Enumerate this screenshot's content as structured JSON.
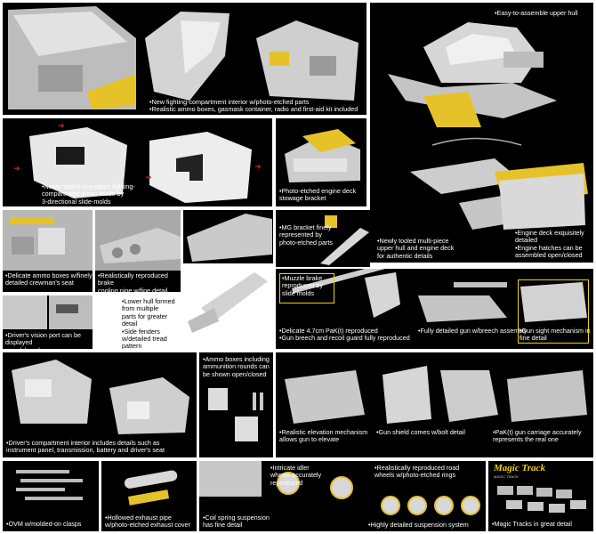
{
  "colors": {
    "panel_bg": "#000000",
    "part_grey": "#cfcfcf",
    "etch_yellow": "#e6c229",
    "arrow_red": "#d62020",
    "text": "#ffffff"
  },
  "captions": {
    "upper_hull": "•Easy-to-assemble upper hull",
    "fighting_interior": "•New fighting-compartment interior w/photo-etched parts\n•Realistic ammo boxes, gasmask container, radio and first-aid kit included",
    "fighting_armor": "•Newly tooled one-piece fighting-\ncompartment armor made by\n3-directional slide-molds",
    "engine_bracket": "•Photo-etched engine deck\nstowage bracket",
    "multipiece_hull": "•Newly tooled multi-piece\nupper hull and engine deck\nfor authentic details",
    "engine_deck": "•Engine deck exquisitely\ndetailed\n•Engine hatches can be\nassembled open/closed",
    "ammo_seat": "•Delicate ammo boxes w/finely\ndetailed crewman's seat",
    "brake_pipe": "•Realistically reproduced brake\ncooling pipe w/fine detail",
    "mg_bracket": "•MG bracket finely\nrepresented by\nphoto-etched parts",
    "lower_hull": "•Lower hull formed\nfrom multiple\nparts for greater\ndetail\n•Side fenders\nw/detailed tread\npattern",
    "muzzle_brake": "•Muzzle brake\nreproduced by\nslide molds",
    "vision_port": "•Driver's vision port can be displayed\nopen/closed",
    "gun_sight": "•Gun sight mechanism in\nfine detail",
    "gun_47": "•Delicate 4.7cm PaK(t) reproduced\n•Gun breech and recoil guard fully reproduced",
    "breech_assembly": "•Fully detailed gun w/breech assembly",
    "driver_interior": "•Driver's compartment interior includes details such as\ninstrument panel, transmission, battery and driver's seat",
    "ammo_rounds": "•Ammo boxes including\nammunition rounds can\nbe shown open/closed",
    "elevation": "•Realistic elevation mechanism\nallows gun to elevate",
    "gun_shield": "•Gun shield comes w/bolt detail",
    "carriage": "•PaK(t) gun carriage accurately\nrepresents the real one",
    "ovm": "•OVM w/molded-on clasps",
    "exhaust": "•Hollowed exhaust pipe\nw/photo-etched exhaust cover",
    "coil_spring": "•Coil spring suspension\nhas fine detail",
    "idler": "•Intricate idler\nwheels accurately\nreproduced",
    "road_wheels": "•Realistically reproduced road\nwheels w/photo-etched rings",
    "suspension": "•Highly detailed suspension system",
    "magic_tracks": "•Magic Tracks in great detail"
  },
  "logo": {
    "word": "Magic Track",
    "sub": "MAGIC TRACK"
  }
}
